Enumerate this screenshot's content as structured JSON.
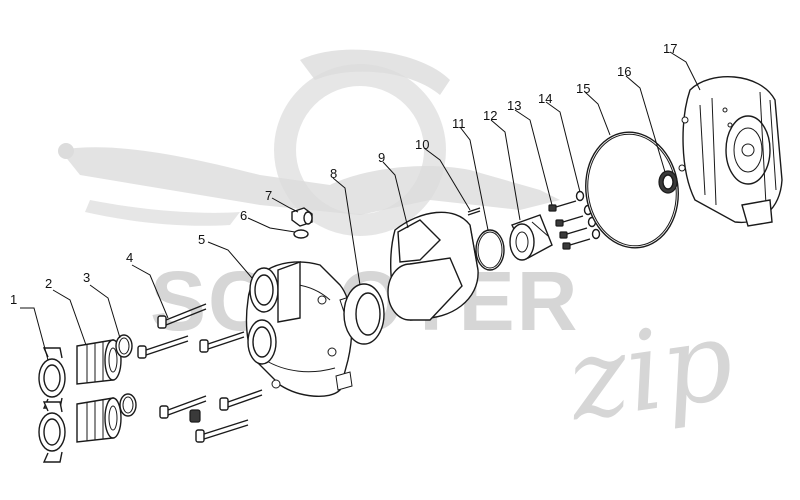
{
  "watermark": {
    "brand_main": "SCOOTER",
    "brand_script": "zip"
  },
  "callouts": [
    {
      "id": 1,
      "label": "1"
    },
    {
      "id": 2,
      "label": "2"
    },
    {
      "id": 3,
      "label": "3"
    },
    {
      "id": 4,
      "label": "4"
    },
    {
      "id": 5,
      "label": "5"
    },
    {
      "id": 6,
      "label": "6"
    },
    {
      "id": 7,
      "label": "7"
    },
    {
      "id": 8,
      "label": "8"
    },
    {
      "id": 9,
      "label": "9"
    },
    {
      "id": 10,
      "label": "10"
    },
    {
      "id": 11,
      "label": "11"
    },
    {
      "id": 12,
      "label": "12"
    },
    {
      "id": 13,
      "label": "13"
    },
    {
      "id": 14,
      "label": "14"
    },
    {
      "id": 15,
      "label": "15"
    },
    {
      "id": 16,
      "label": "16"
    },
    {
      "id": 17,
      "label": "17"
    }
  ]
}
